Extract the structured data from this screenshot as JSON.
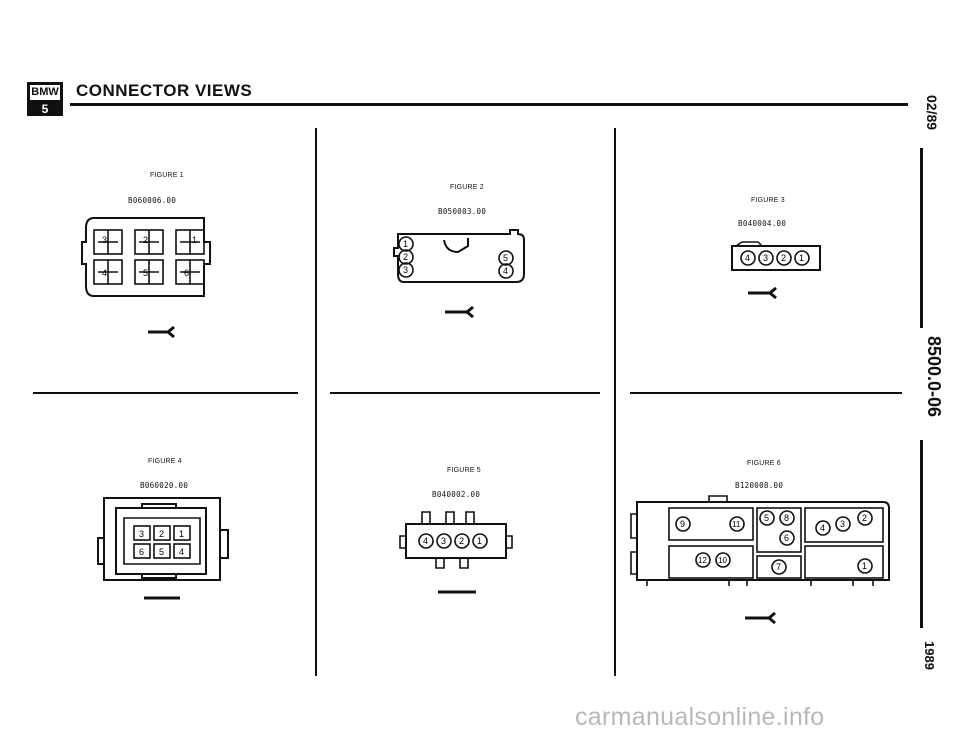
{
  "header": {
    "logo_top": "BMW",
    "logo_bottom": "5",
    "title": "CONNECTOR VIEWS"
  },
  "side_margin": {
    "date": "02/89",
    "section": "8500.0-06",
    "year": "1989"
  },
  "figures": [
    {
      "label": "FIGURE 1",
      "code": "B060006.00",
      "pins": [
        "1",
        "2",
        "3",
        "4",
        "5",
        "6"
      ]
    },
    {
      "label": "FIGURE 2",
      "code": "B050003.00",
      "pins": [
        "1",
        "2",
        "3",
        "4",
        "5"
      ]
    },
    {
      "label": "FIGURE 3",
      "code": "B040004.00",
      "pins": [
        "1",
        "2",
        "3",
        "4"
      ]
    },
    {
      "label": "FIGURE 4",
      "code": "B060020.00",
      "pins": [
        "1",
        "2",
        "3",
        "4",
        "5",
        "6"
      ]
    },
    {
      "label": "FIGURE 5",
      "code": "B040002.00",
      "pins": [
        "1",
        "2",
        "3",
        "4"
      ]
    },
    {
      "label": "FIGURE 6",
      "code": "B120008.00",
      "pins": [
        "1",
        "2",
        "3",
        "4",
        "5",
        "6",
        "7",
        "8",
        "9",
        "10",
        "11",
        "12"
      ]
    }
  ],
  "watermark": "carmanualsonline.info",
  "colors": {
    "ink": "#111111",
    "watermark": "#b8b8b8"
  }
}
